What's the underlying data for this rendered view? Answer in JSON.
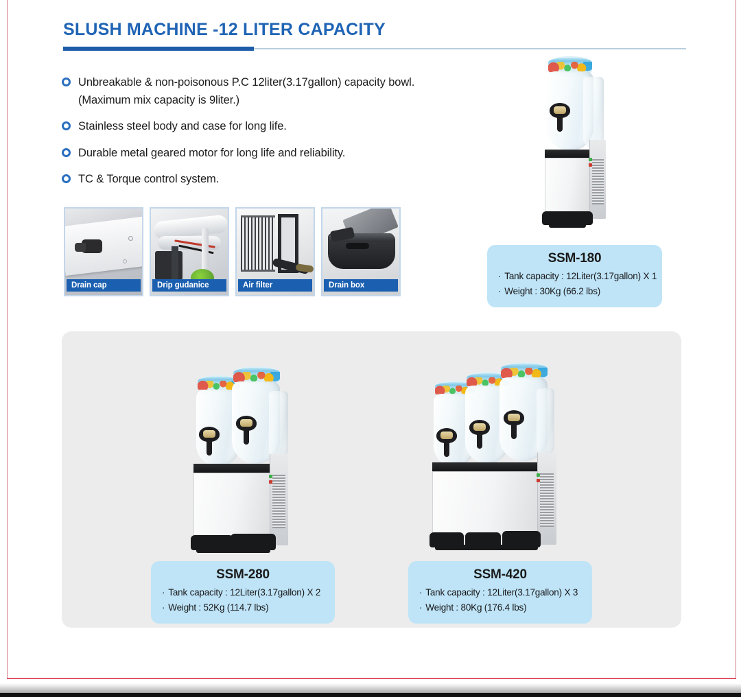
{
  "header": {
    "title": "SLUSH MACHINE -12 LITER CAPACITY"
  },
  "features": [
    {
      "text": "Unbreakable & non-poisonous P.C 12liter(3.17gallon) capacity bowl.",
      "sub": "(Maximum mix capacity is 9liter.)"
    },
    {
      "text": "Stainless steel body and case for long life.",
      "sub": ""
    },
    {
      "text": "Durable metal geared motor for long life and reliability.",
      "sub": ""
    },
    {
      "text": "TC & Torque control system.",
      "sub": ""
    }
  ],
  "thumbnails": [
    {
      "caption": "Drain cap"
    },
    {
      "caption": "Drip gudanice"
    },
    {
      "caption": "Air filter"
    },
    {
      "caption": "Drain box"
    }
  ],
  "products": [
    {
      "model": "SSM-180",
      "bullet": "·",
      "tank": "Tank capacity : 12Liter(3.17gallon) X 1",
      "weight": "Weight : 30Kg (66.2 lbs)",
      "bowls": 1
    },
    {
      "model": "SSM-280",
      "bullet": "·",
      "tank": "Tank capacity : 12Liter(3.17gallon) X 2",
      "weight": "Weight : 52Kg (114.7 lbs)",
      "bowls": 2
    },
    {
      "model": "SSM-420",
      "bullet": "·",
      "tank": "Tank capacity : 12Liter(3.17gallon) X 3",
      "weight": "Weight : 80Kg (176.4 lbs)",
      "bowls": 3
    }
  ],
  "colors": {
    "title_blue": "#1f64b5",
    "rule_blue": "#1c5ca8",
    "rule_light": "#b9cede",
    "bullet_blue": "#2a6fc0",
    "caption_blue": "#1a5fb0",
    "card_blue": "#bfe4f7",
    "panel_gray": "#ececec",
    "frame_red": "#d4808f"
  }
}
